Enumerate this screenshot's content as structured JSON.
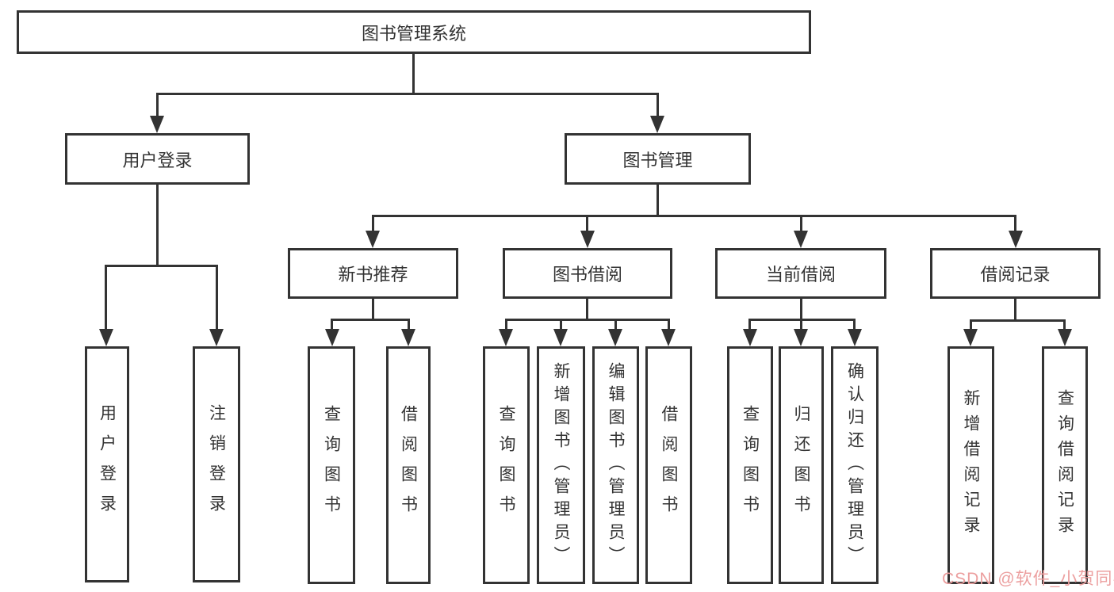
{
  "tree": {
    "root": {
      "label": "图书管理系统"
    },
    "branches": [
      {
        "label": "用户登录",
        "children": [
          {
            "label": "用户登录"
          },
          {
            "label": "注销登录"
          }
        ]
      },
      {
        "label": "图书管理",
        "children": [
          {
            "label": "新书推荐",
            "children": [
              {
                "label": "查询图书"
              },
              {
                "label": "借阅图书"
              }
            ]
          },
          {
            "label": "图书借阅",
            "children": [
              {
                "label": "查询图书"
              },
              {
                "label": "新增图书（管理员）"
              },
              {
                "label": "编辑图书（管理员）"
              },
              {
                "label": "借阅图书"
              }
            ]
          },
          {
            "label": "当前借阅",
            "children": [
              {
                "label": "查询图书"
              },
              {
                "label": "归还图书"
              },
              {
                "label": "确认归还（管理员）"
              }
            ]
          },
          {
            "label": "借阅记录",
            "children": [
              {
                "label": "新增借阅记录"
              },
              {
                "label": "查询借阅记录"
              }
            ]
          }
        ]
      }
    ]
  },
  "watermark": {
    "text": "CSDN @软件_小贺同学",
    "color": "#ec9f9f"
  },
  "colors": {
    "line": "#333333",
    "box_border": "#333333",
    "text": "#333333",
    "background": "#ffffff"
  }
}
